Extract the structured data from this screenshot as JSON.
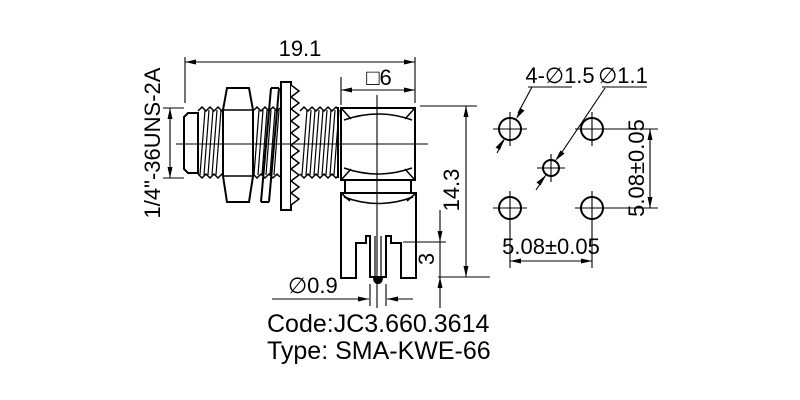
{
  "title": "SMA right-angle PCB connector technical drawing",
  "colors": {
    "line": "#000000",
    "background": "#ffffff"
  },
  "side": {
    "thread_label": "1/4\"-36UNS-2A",
    "overall_length": "19.1",
    "square_size": "□6",
    "height": "14.3",
    "leg_length": "3",
    "pin_diameter": "∅0.9"
  },
  "footprint": {
    "corner_holes_label": "4-∅1.5",
    "center_hole_label": "∅1.1",
    "vertical_pitch": "5.08±0.05",
    "horizontal_pitch": "5.08±0.05"
  },
  "notes": {
    "code": "Code:JC3.660.3614",
    "type": "Type: SMA-KWE-66"
  }
}
